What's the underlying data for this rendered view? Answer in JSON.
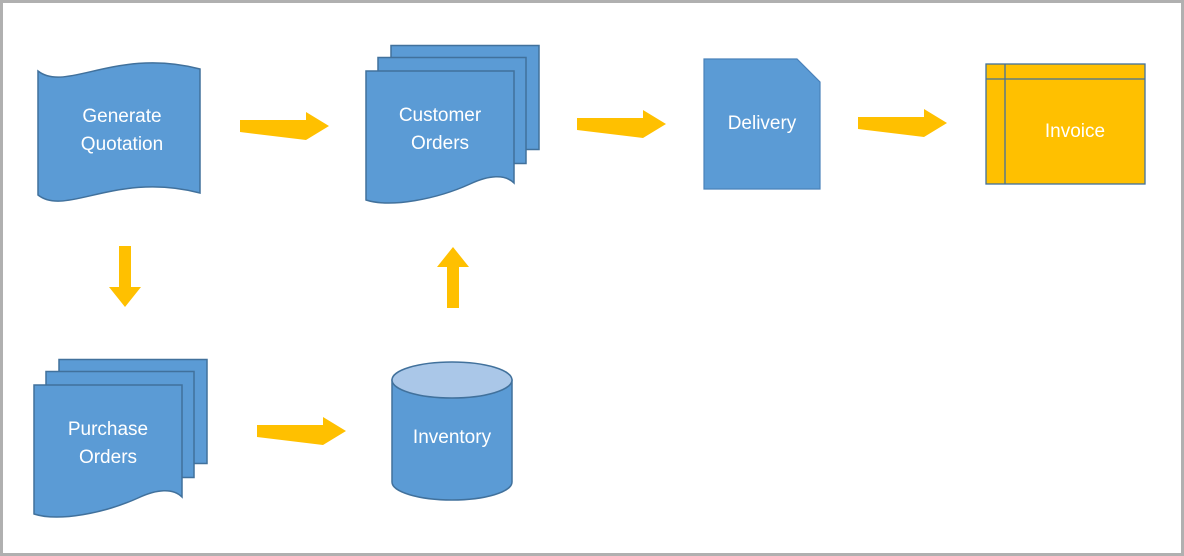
{
  "diagram": {
    "type": "flowchart",
    "background": "#ffffff",
    "frame_border_color": "#b0b0b0",
    "colors": {
      "node_fill": "#5b9bd5",
      "node_border": "#41719c",
      "cylinder_top_fill": "#aac7e8",
      "invoice_fill": "#ffc000",
      "arrow_fill": "#ffc000",
      "label_text": "#ffffff"
    },
    "nodes": [
      {
        "id": "generate-quotation",
        "label": "Generate Quotation",
        "shape": "wave"
      },
      {
        "id": "customer-orders",
        "label": "Customer Orders",
        "shape": "multi-document"
      },
      {
        "id": "delivery",
        "label": "Delivery",
        "shape": "card"
      },
      {
        "id": "invoice",
        "label": "Invoice",
        "shape": "internal-storage"
      },
      {
        "id": "purchase-orders",
        "label": "Purchase Orders",
        "shape": "multi-document"
      },
      {
        "id": "inventory",
        "label": "Inventory",
        "shape": "cylinder"
      }
    ],
    "edges": [
      {
        "from": "generate-quotation",
        "to": "customer-orders",
        "direction": "right"
      },
      {
        "from": "customer-orders",
        "to": "delivery",
        "direction": "right"
      },
      {
        "from": "delivery",
        "to": "invoice",
        "direction": "right"
      },
      {
        "from": "generate-quotation",
        "to": "purchase-orders",
        "direction": "down"
      },
      {
        "from": "purchase-orders",
        "to": "inventory",
        "direction": "right"
      },
      {
        "from": "inventory",
        "to": "customer-orders",
        "direction": "up"
      }
    ]
  }
}
